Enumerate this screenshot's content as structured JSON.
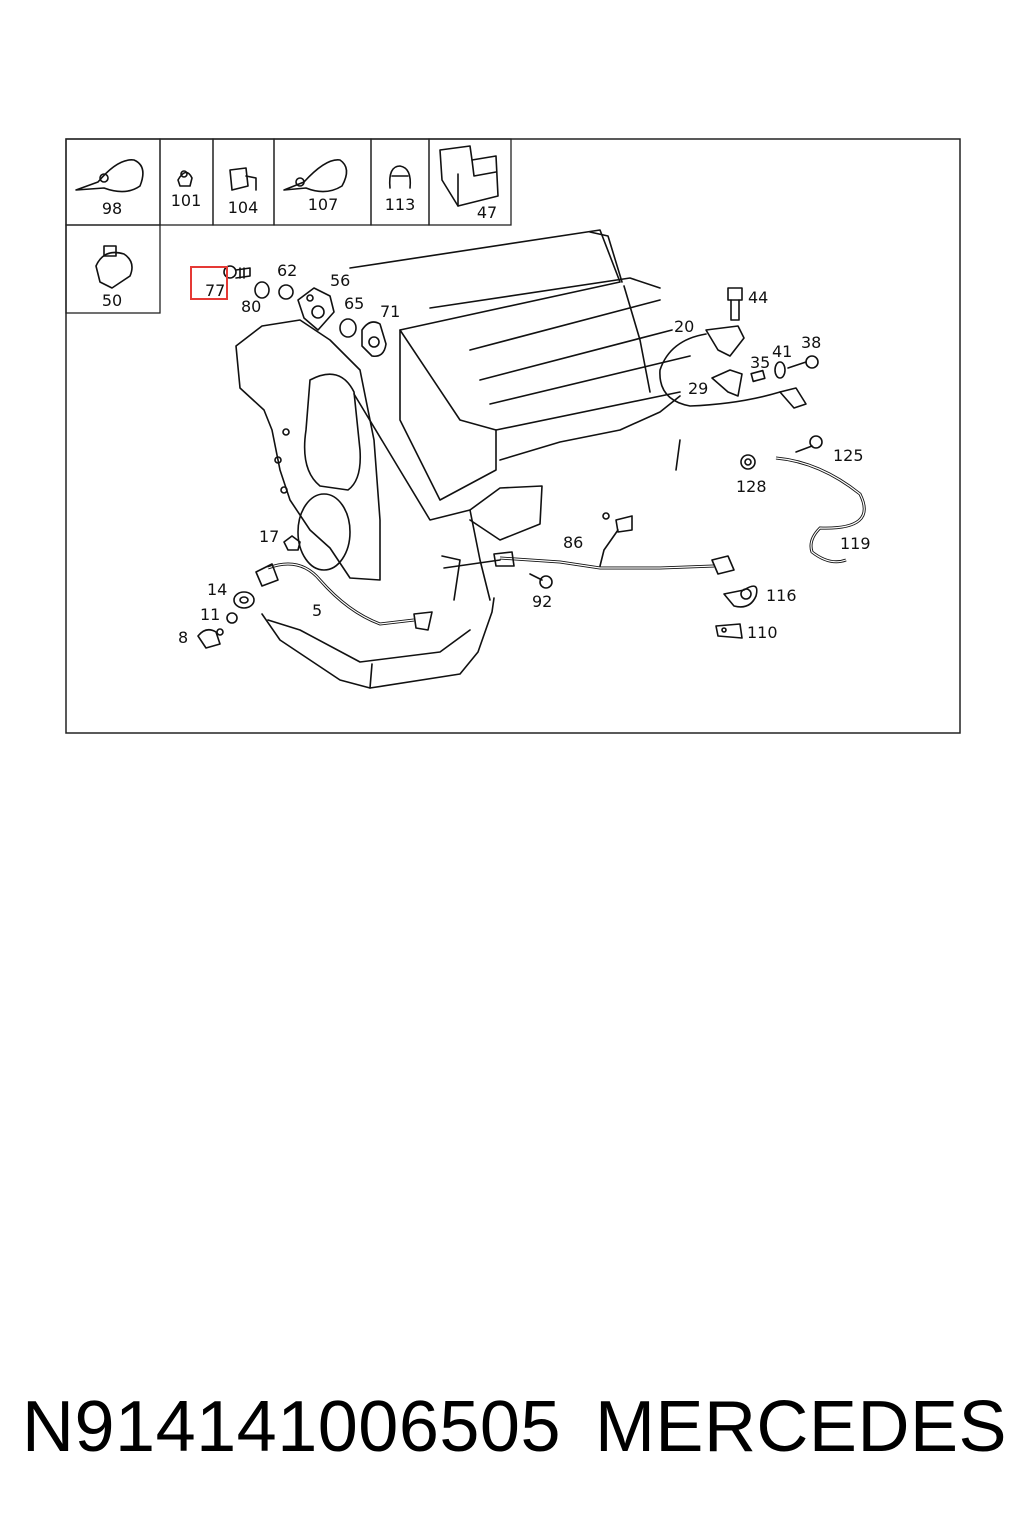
{
  "diagram": {
    "thumb_labels": {
      "p98": "98",
      "p101": "101",
      "p104": "104",
      "p107": "107",
      "p113": "113",
      "p47": "47",
      "p50": "50"
    },
    "part_labels": {
      "p77": "77",
      "p80": "80",
      "p62": "62",
      "p56": "56",
      "p65": "65",
      "p71": "71",
      "p44": "44",
      "p20": "20",
      "p41": "41",
      "p38": "38",
      "p35": "35",
      "p29": "29",
      "p125": "125",
      "p128": "128",
      "p119": "119",
      "p17": "17",
      "p86": "86",
      "p14": "14",
      "p5": "5",
      "p92": "92",
      "p116": "116",
      "p11": "11",
      "p8": "8",
      "p110": "110"
    },
    "highlighted_part": "77",
    "highlight_color": "#e53935"
  },
  "caption": {
    "part_number": "N914141006505",
    "brand": "MERCEDES"
  }
}
